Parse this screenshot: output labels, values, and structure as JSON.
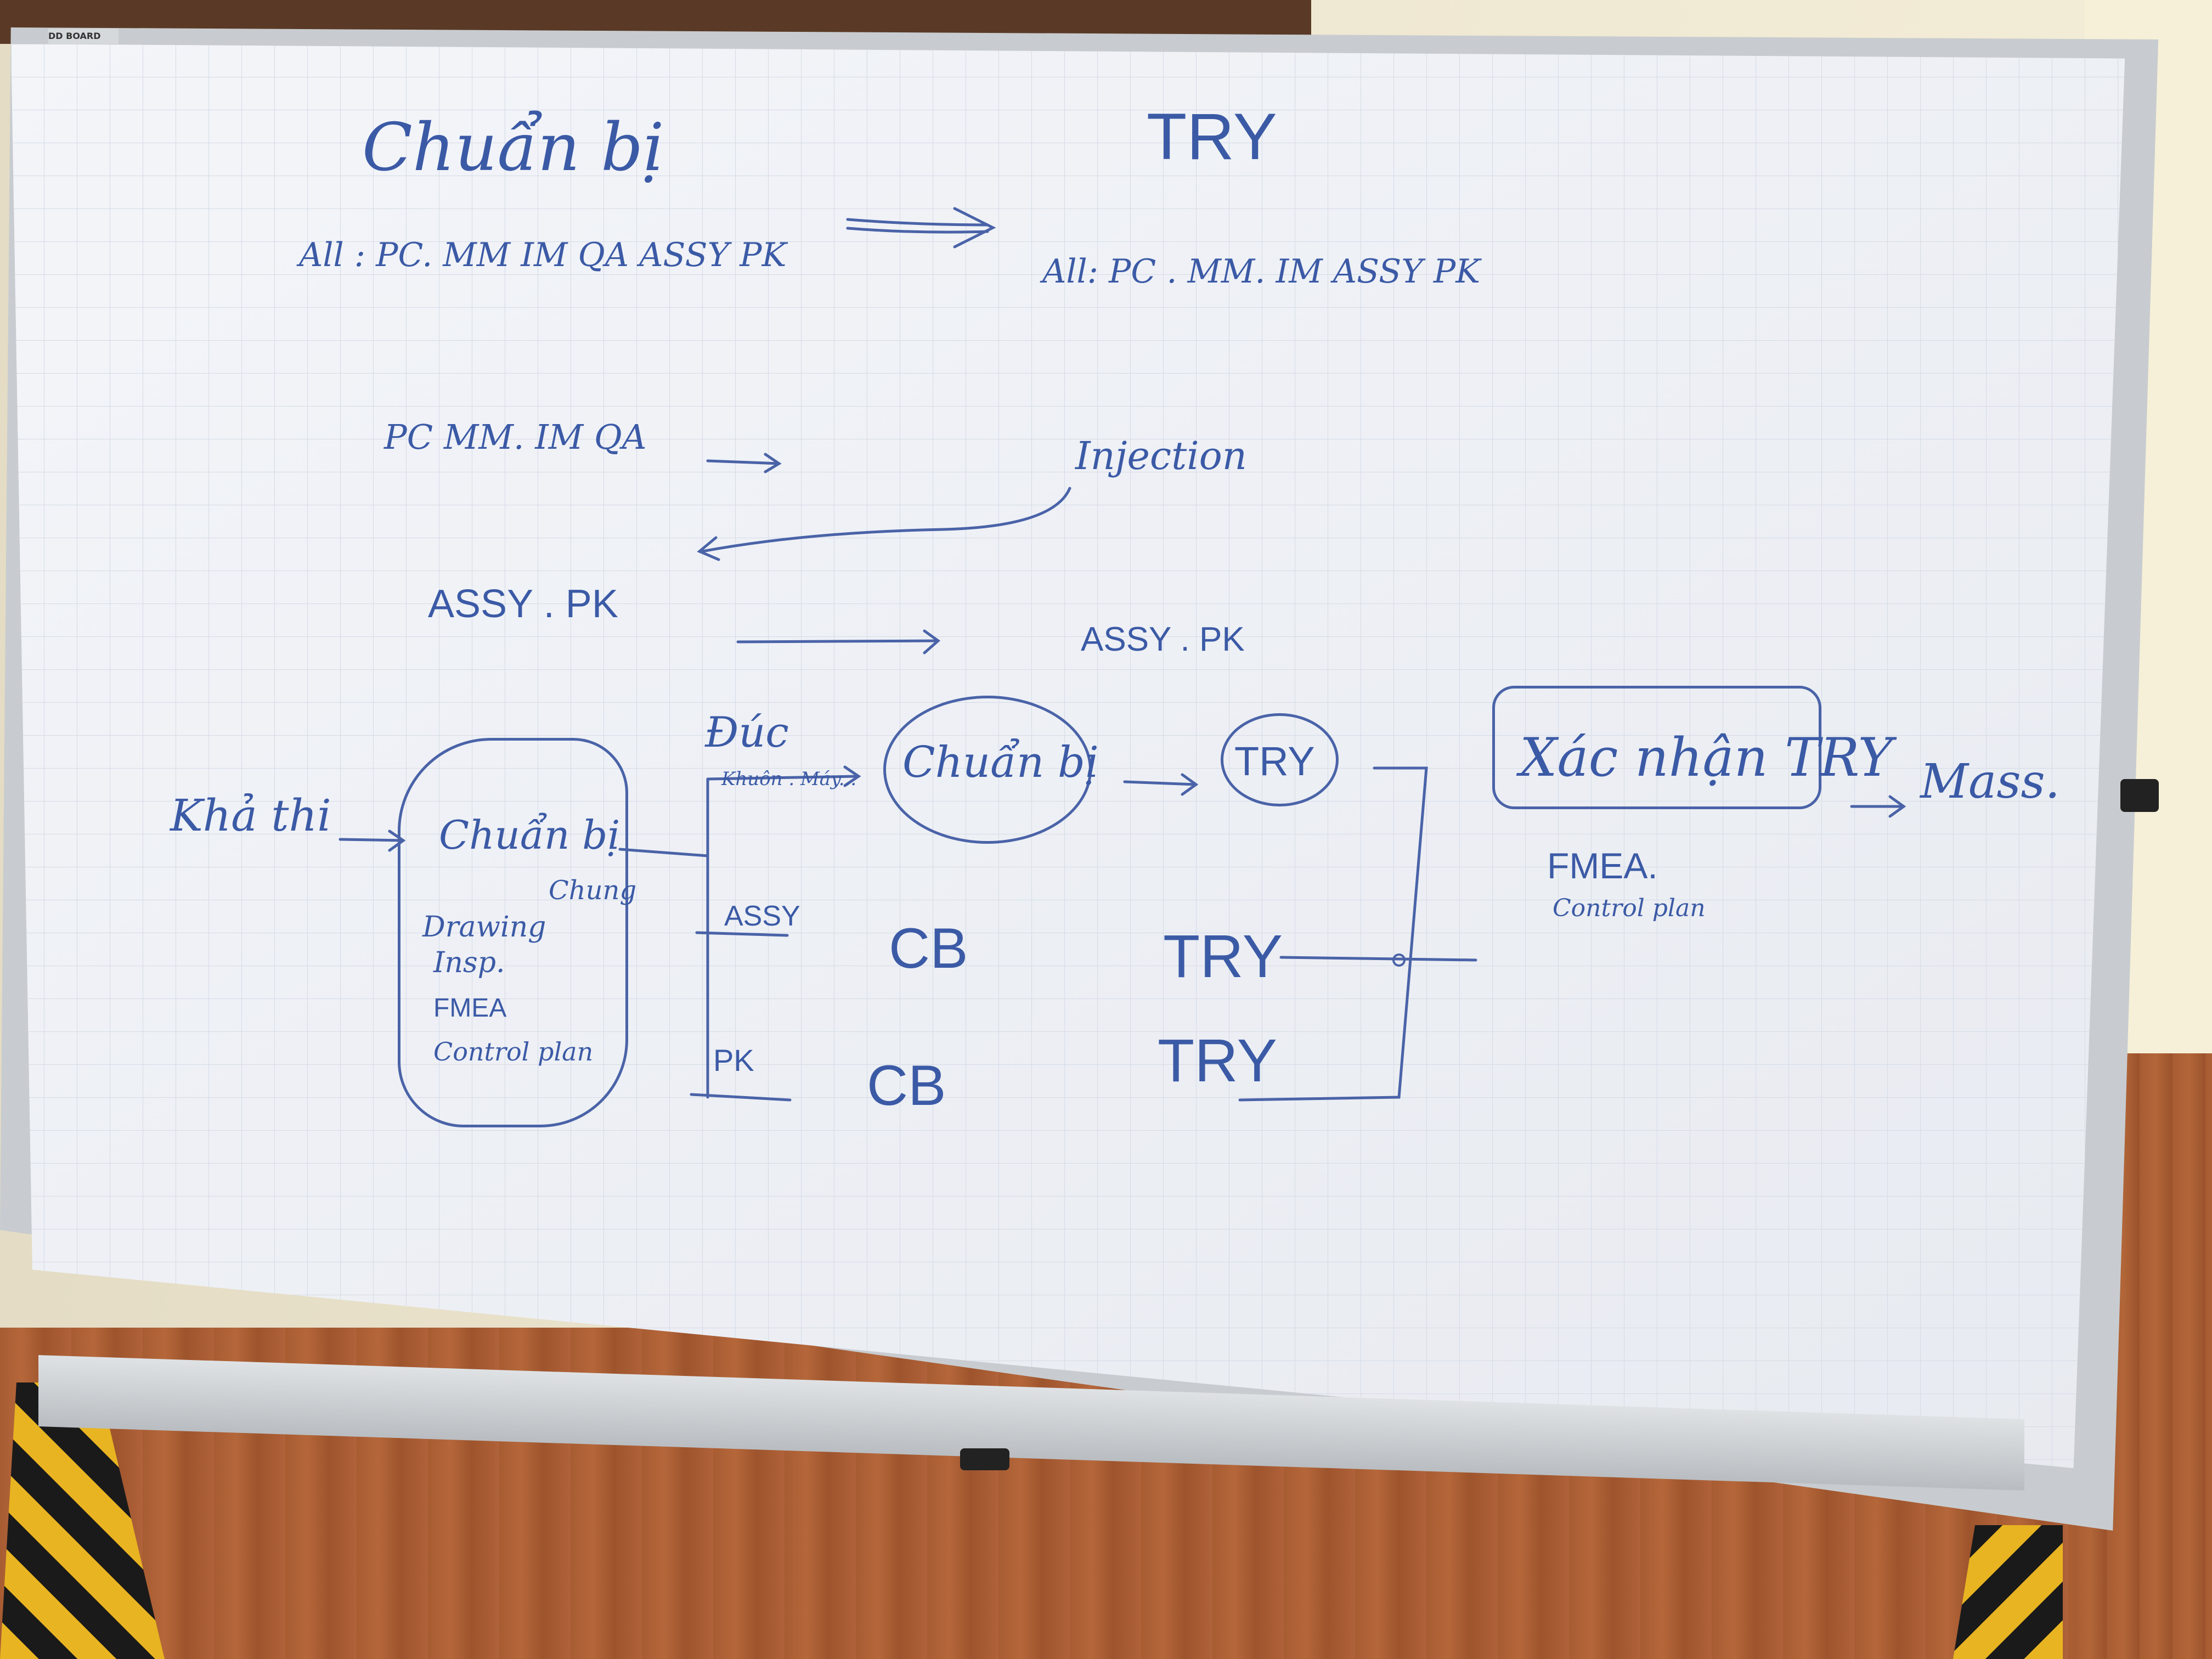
{
  "board": {
    "brand": "DD BOARD",
    "heading_left": "Chuẩn bị",
    "heading_right": "TRY",
    "all_left": "All : PC. MM IM QA ASSY PK",
    "all_right": "All: PC . MM. IM ASSY PK",
    "row2_left": "PC MM. IM QA",
    "row2_right": "Injection",
    "row3_left": "ASSY . PK",
    "row3_right": "ASSY . PK",
    "kha_thi": "Khả thi",
    "prep_box": {
      "title": "Chuẩn bị",
      "sub": "Chung",
      "items": [
        "Drawing",
        "Insp.",
        "FMEA",
        "Control plan"
      ]
    },
    "duc": "Đúc",
    "duc_sub": "Khuôn . Máy...",
    "circle_prep": "Chuẩn bị",
    "circle_try": "TRY",
    "assy": "ASSY",
    "pk": "PK",
    "cb1": "CB",
    "cb2": "CB",
    "try1": "TRY",
    "try2": "TRY",
    "confirm_box": "Xác nhận TRY",
    "mass": "Mass.",
    "fmea": "FMEA.",
    "control_plan": "Control plan"
  }
}
